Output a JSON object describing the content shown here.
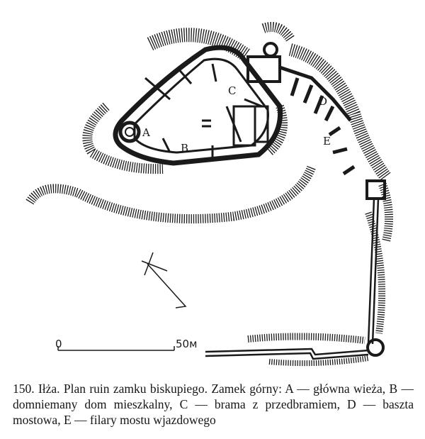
{
  "plan": {
    "labels": {
      "A": "A",
      "B": "B",
      "C": "C",
      "D": "D",
      "E": "E"
    },
    "scale": {
      "start": "0",
      "end": "50м"
    }
  },
  "caption": "150. Iłża. Plan ruin zamku biskupiego. Zamek górny: A — główna wieża, B — domniemany dom mieszkalny, C — brama z przedbramiem, D — baszta mostowa, E — filary mostu wjazdowego",
  "colors": {
    "ink": "#1a1a1a",
    "paper": "#ffffff"
  }
}
